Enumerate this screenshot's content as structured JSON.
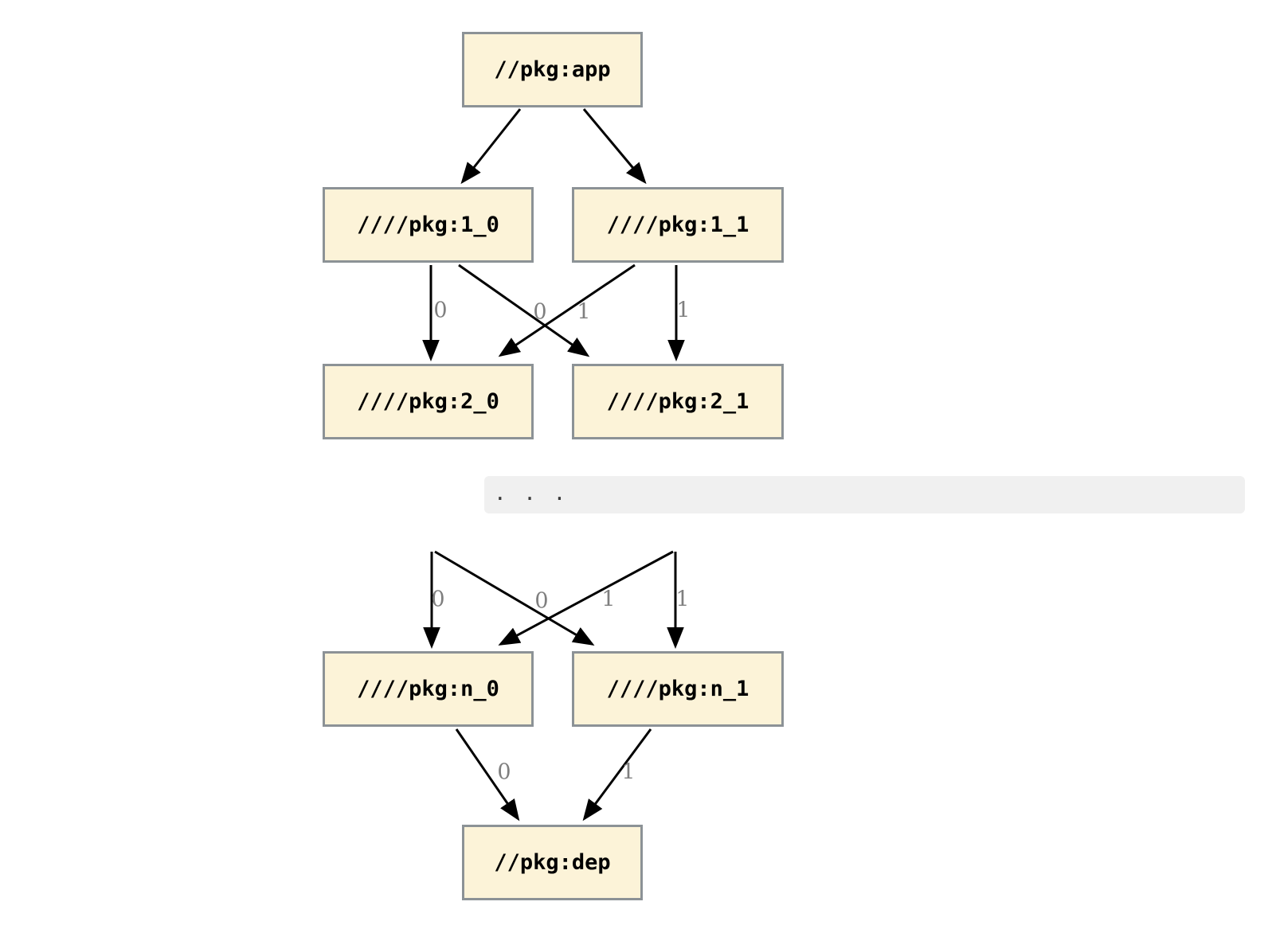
{
  "graph": {
    "nodes": {
      "app": "//pkg:app",
      "v1_0": "////pkg:1_0",
      "v1_1": "////pkg:1_1",
      "v2_0": "////pkg:2_0",
      "v2_1": "////pkg:2_1",
      "n_0": "////pkg:n_0",
      "n_1": "////pkg:n_1",
      "dep": "//pkg:dep"
    },
    "ellipsis": ". . .",
    "edge_labels": {
      "l1_0_to_2_0": "0",
      "l1_1_to_2_0": "0",
      "l1_0_to_2_1": "1",
      "l1_1_to_2_1": "1",
      "ltop_to_n_0": "0",
      "lcross_to_n_0": "0",
      "lcross_to_n_1": "1",
      "ltop_to_n_1": "1",
      "ln_0_to_dep": "0",
      "ln_1_to_dep": "1"
    },
    "colors": {
      "node_fill": "#FCF3D8",
      "node_border": "#8C9296",
      "edge": "#000000",
      "edge_label": "#7F7F7F",
      "band": "#F0F0F0",
      "ellipsis_text": "#3A3A3A",
      "background": "#FFFFFF"
    }
  }
}
